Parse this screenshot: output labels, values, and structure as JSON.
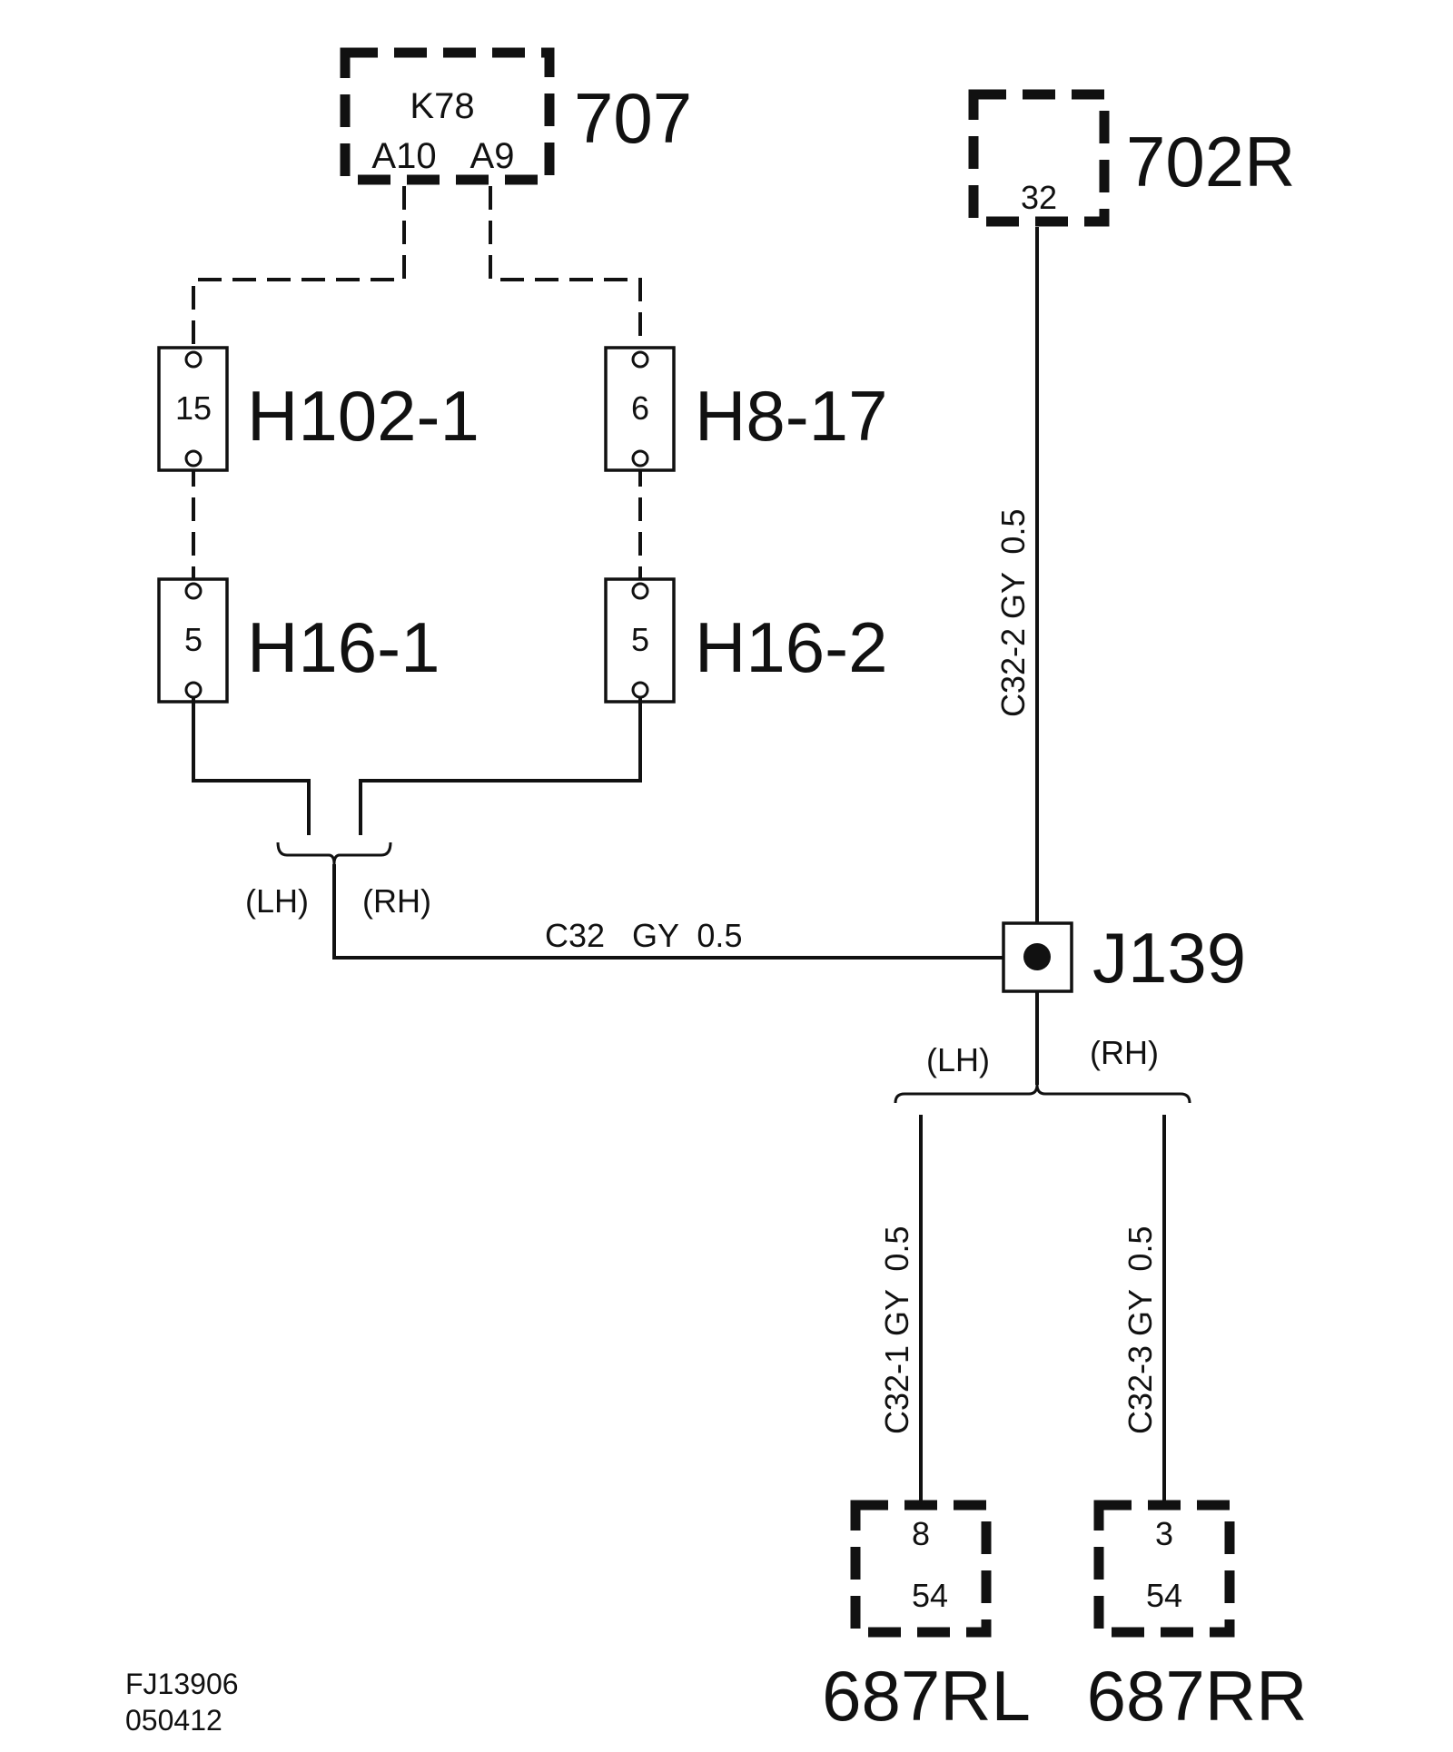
{
  "components": {
    "module_707": {
      "id": "707",
      "name": "K78",
      "pin_a": "A10",
      "pin_b": "A9"
    },
    "module_702R": {
      "id": "702R",
      "pin": "32"
    },
    "module_687RL": {
      "id": "687RL",
      "pin": "8",
      "sub": "54"
    },
    "module_687RR": {
      "id": "687RR",
      "pin": "3",
      "sub": "54"
    }
  },
  "connectors": {
    "h102": {
      "id": "H102-1",
      "pin": "15"
    },
    "h8": {
      "id": "H8-17",
      "pin": "6"
    },
    "h16_1": {
      "id": "H16-1",
      "pin": "5"
    },
    "h16_2": {
      "id": "H16-2",
      "pin": "5"
    }
  },
  "splice": {
    "id": "J139"
  },
  "wires": {
    "c32": "C32   GY  0.5",
    "c32_2": "C32-2 GY  0.5",
    "c32_1": "C32-1 GY  0.5",
    "c32_3": "C32-3 GY  0.5"
  },
  "variants": {
    "lh_upper": "(LH)",
    "rh_upper": "(RH)",
    "lh_lower": "(LH)",
    "rh_lower": "(RH)"
  },
  "footer": {
    "code": "FJ13906",
    "date": "050412"
  }
}
